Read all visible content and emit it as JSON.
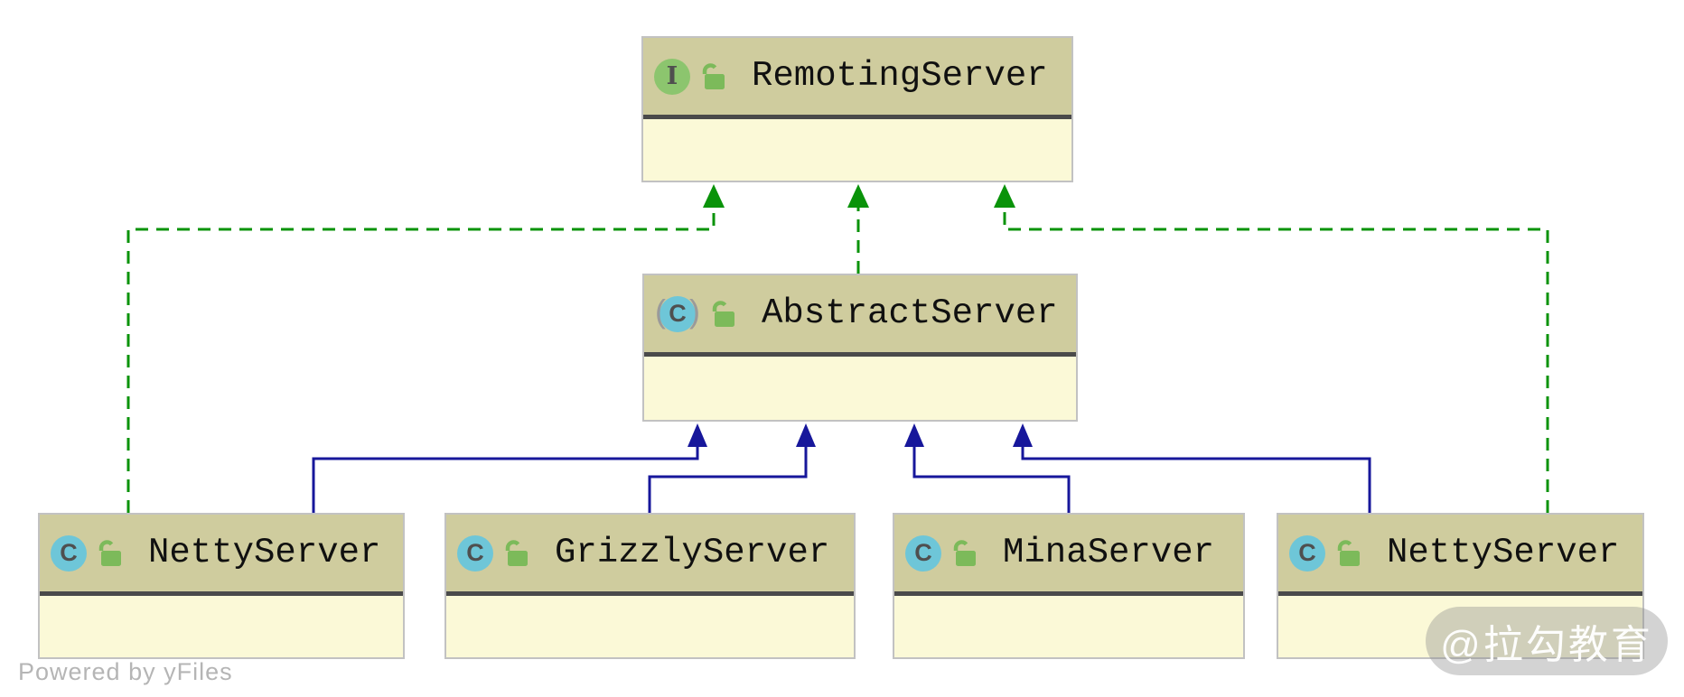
{
  "diagram": {
    "type": "uml-class-diagram",
    "nodes": [
      {
        "id": "remoting-server",
        "label": "RemotingServer",
        "stereotype": "interface",
        "icon_letter": "I",
        "locked": false
      },
      {
        "id": "abstract-server",
        "label": "AbstractServer",
        "stereotype": "abstract-class",
        "icon_letter": "C",
        "locked": false
      },
      {
        "id": "netty-server-left",
        "label": "NettyServer",
        "stereotype": "class",
        "icon_letter": "C",
        "locked": false
      },
      {
        "id": "grizzly-server",
        "label": "GrizzlyServer",
        "stereotype": "class",
        "icon_letter": "C",
        "locked": false
      },
      {
        "id": "mina-server",
        "label": "MinaServer",
        "stereotype": "class",
        "icon_letter": "C",
        "locked": false
      },
      {
        "id": "netty-server-right",
        "label": "NettyServer",
        "stereotype": "class",
        "icon_letter": "C",
        "locked": false
      }
    ],
    "edges": [
      {
        "from": "netty-server-left",
        "to": "remoting-server",
        "type": "implements",
        "style": "dashed",
        "color": "#0a930a"
      },
      {
        "from": "abstract-server",
        "to": "remoting-server",
        "type": "implements",
        "style": "dashed",
        "color": "#0a930a"
      },
      {
        "from": "netty-server-right",
        "to": "remoting-server",
        "type": "implements",
        "style": "dashed",
        "color": "#0a930a"
      },
      {
        "from": "netty-server-left",
        "to": "abstract-server",
        "type": "extends",
        "style": "solid",
        "color": "#17179b"
      },
      {
        "from": "grizzly-server",
        "to": "abstract-server",
        "type": "extends",
        "style": "solid",
        "color": "#17179b"
      },
      {
        "from": "mina-server",
        "to": "abstract-server",
        "type": "extends",
        "style": "solid",
        "color": "#17179b"
      },
      {
        "from": "netty-server-right",
        "to": "abstract-server",
        "type": "extends",
        "style": "solid",
        "color": "#17179b"
      }
    ],
    "colors": {
      "node_header_bg": "#cfcc9e",
      "node_body_bg": "#fbf9d7",
      "node_border": "#c2c2c2",
      "header_separator": "#4a4a4a",
      "interface_icon_bg": "#8cc56e",
      "class_icon_bg": "#6ec6d8",
      "icon_letter_color": "#4f4f4f",
      "lock_icon_color": "#7cba5a",
      "implements_edge": "#0a930a",
      "extends_edge": "#17179b"
    }
  },
  "watermarks": {
    "powered_by": "Powered by yFiles",
    "brand": "@拉勾教育"
  }
}
